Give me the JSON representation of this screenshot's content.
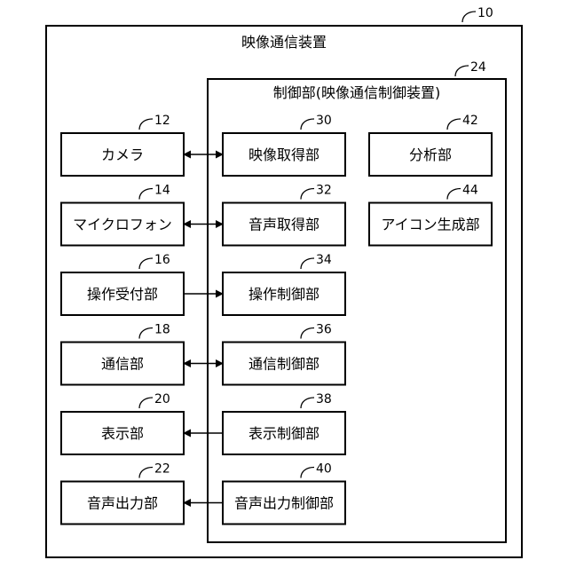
{
  "diagram": {
    "outer": {
      "title": "映像通信装置",
      "ref": "10"
    },
    "control": {
      "title": "制御部(映像通信制御装置)",
      "ref": "24"
    },
    "left_blocks": [
      {
        "id": "camera",
        "label": "カメラ",
        "ref": "12"
      },
      {
        "id": "microphone",
        "label": "マイクロフォン",
        "ref": "14"
      },
      {
        "id": "operation-receiver",
        "label": "操作受付部",
        "ref": "16"
      },
      {
        "id": "communication",
        "label": "通信部",
        "ref": "18"
      },
      {
        "id": "display",
        "label": "表示部",
        "ref": "20"
      },
      {
        "id": "audio-output",
        "label": "音声出力部",
        "ref": "22"
      }
    ],
    "control_blocks": [
      {
        "id": "video-acquisition",
        "label": "映像取得部",
        "ref": "30"
      },
      {
        "id": "audio-acquisition",
        "label": "音声取得部",
        "ref": "32"
      },
      {
        "id": "operation-control",
        "label": "操作制御部",
        "ref": "34"
      },
      {
        "id": "communication-control",
        "label": "通信制御部",
        "ref": "36"
      },
      {
        "id": "display-control",
        "label": "表示制御部",
        "ref": "38"
      },
      {
        "id": "audio-output-control",
        "label": "音声出力制御部",
        "ref": "40"
      }
    ],
    "side_blocks": [
      {
        "id": "analysis",
        "label": "分析部",
        "ref": "42"
      },
      {
        "id": "icon-generation",
        "label": "アイコン生成部",
        "ref": "44"
      }
    ],
    "connections": [
      {
        "from": "camera",
        "to": "video-acquisition",
        "direction": "both"
      },
      {
        "from": "microphone",
        "to": "audio-acquisition",
        "direction": "both"
      },
      {
        "from": "operation-receiver",
        "to": "operation-control",
        "direction": "forward"
      },
      {
        "from": "communication",
        "to": "communication-control",
        "direction": "both"
      },
      {
        "from": "display-control",
        "to": "display",
        "direction": "forward"
      },
      {
        "from": "audio-output-control",
        "to": "audio-output",
        "direction": "forward"
      }
    ]
  }
}
